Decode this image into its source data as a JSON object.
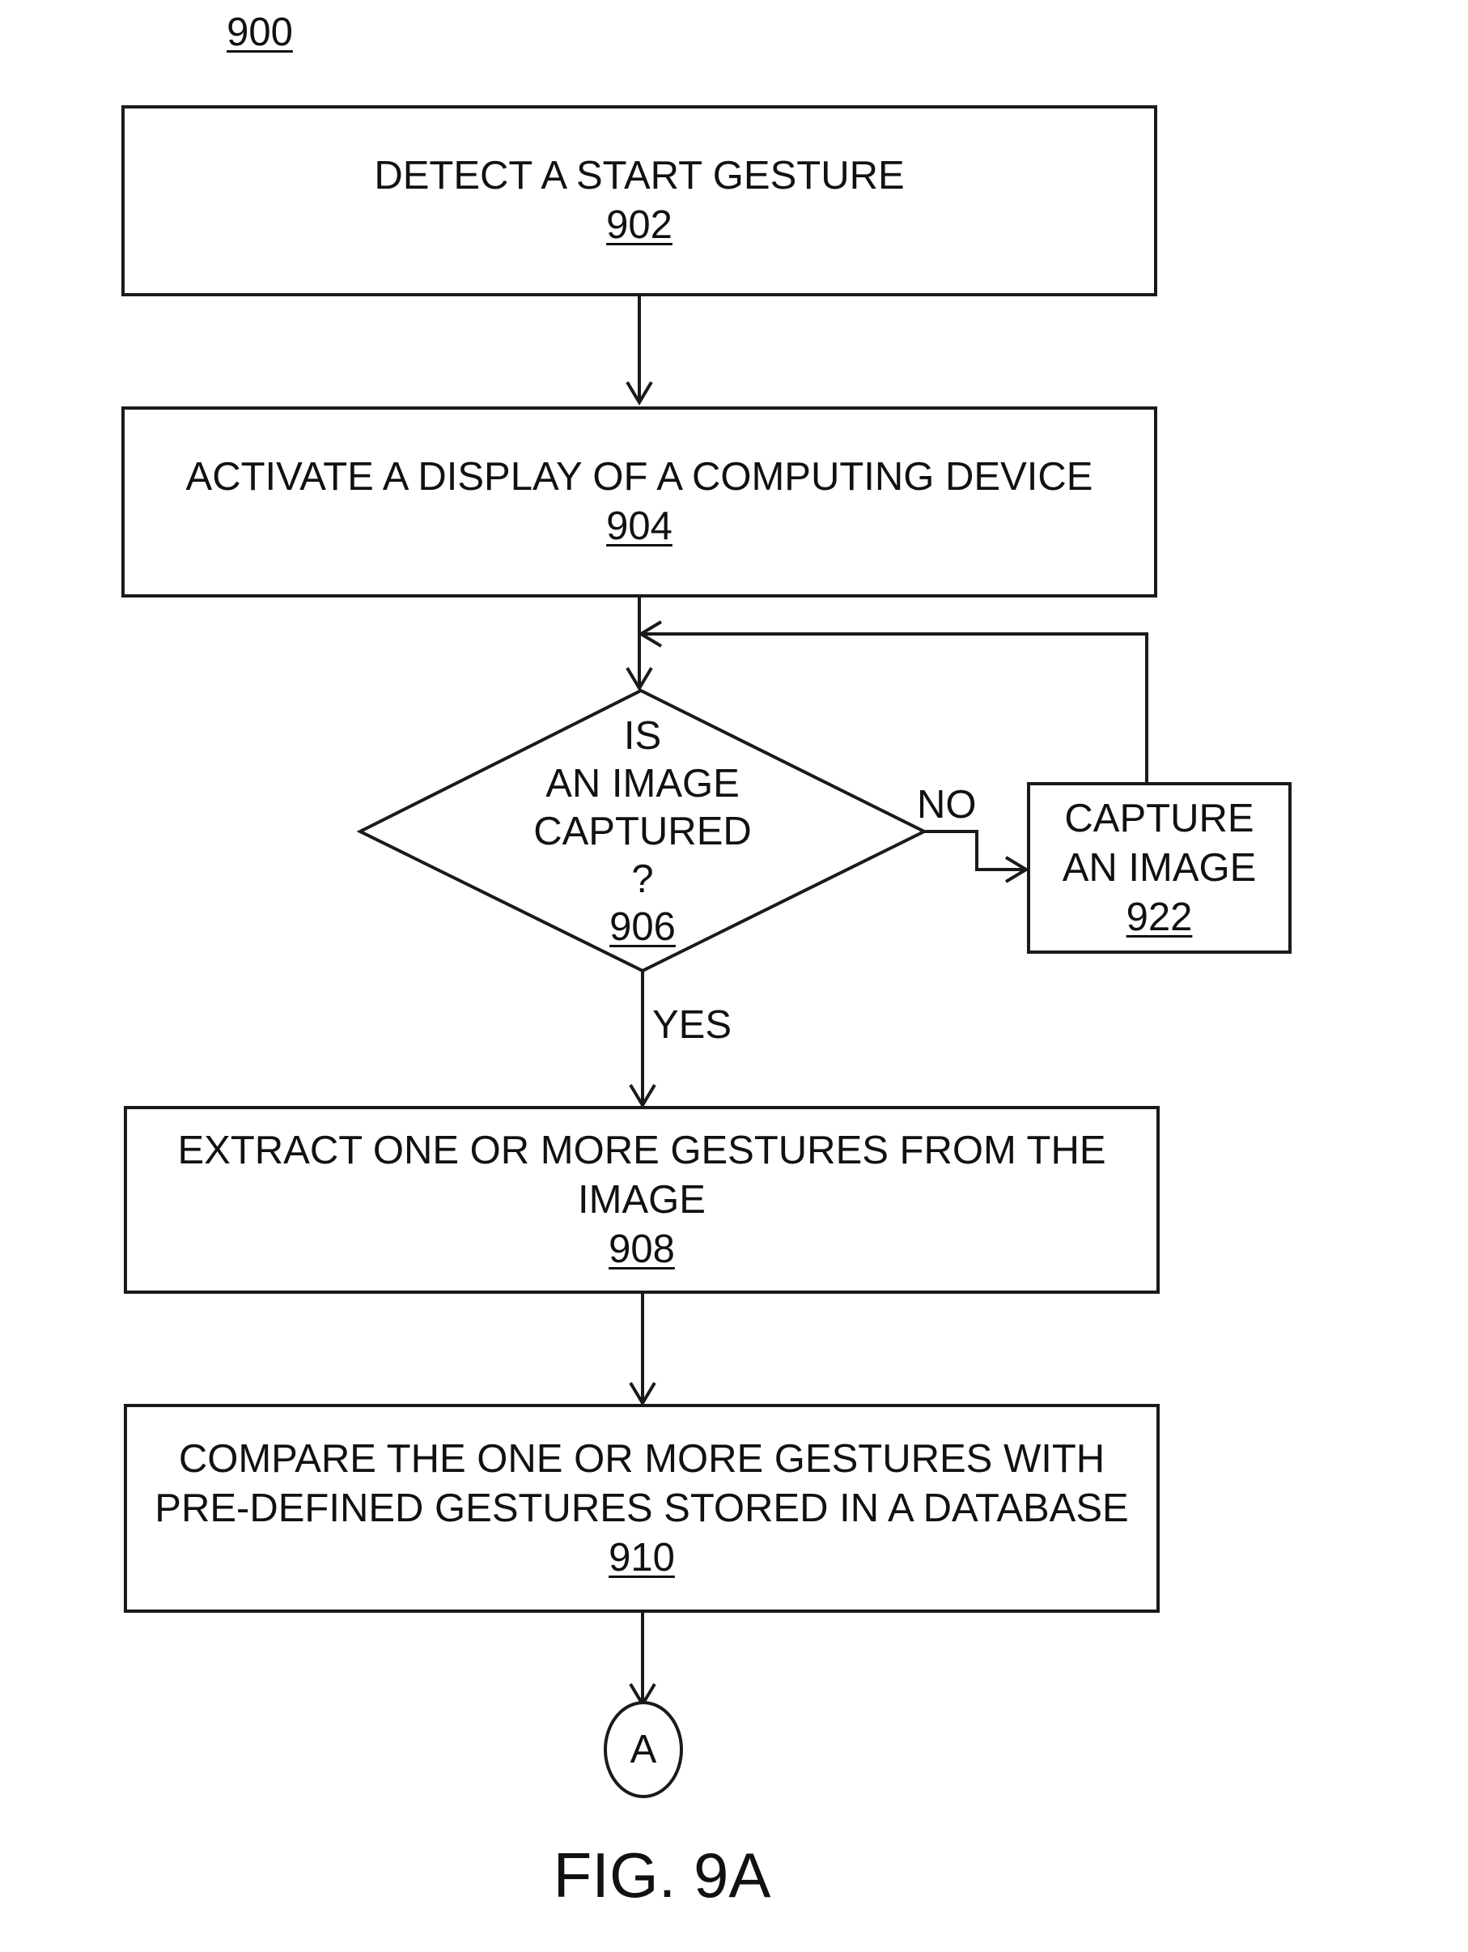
{
  "diagram": {
    "figure_ref": "900",
    "figure_caption": "FIG. 9A",
    "steps": {
      "detect": {
        "label": "DETECT A START GESTURE",
        "ref": "902"
      },
      "activate": {
        "label": "ACTIVATE A DISPLAY OF A COMPUTING DEVICE",
        "ref": "904"
      },
      "decision": {
        "line1": "IS",
        "line2": "AN IMAGE",
        "line3": "CAPTURED",
        "line4": "?",
        "ref": "906"
      },
      "capture": {
        "line1": "CAPTURE",
        "line2": "AN IMAGE",
        "ref": "922"
      },
      "extract": {
        "line1": "EXTRACT ONE OR MORE GESTURES FROM THE",
        "line2": "IMAGE",
        "ref": "908"
      },
      "compare": {
        "line1": "COMPARE THE ONE OR MORE GESTURES WITH",
        "line2": "PRE-DEFINED GESTURES STORED IN A DATABASE",
        "ref": "910"
      }
    },
    "branch_labels": {
      "no": "NO",
      "yes": "YES"
    },
    "connector": {
      "label": "A"
    }
  }
}
